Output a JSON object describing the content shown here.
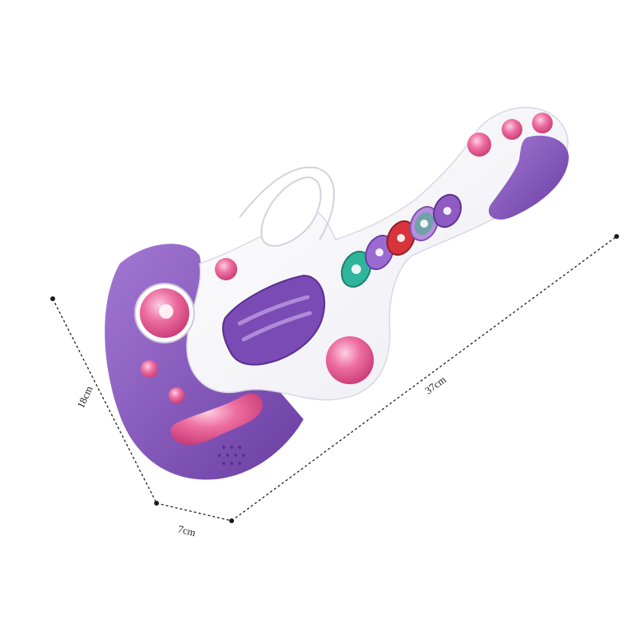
{
  "dimensions": {
    "length_label": "37cm",
    "height_label": "18cm",
    "depth_label": "7cm"
  },
  "colors": {
    "background": "#ffffff",
    "body_white": "#fbfbfd",
    "purple": "#8e5bc2",
    "purple_dark": "#6b3ea3",
    "pink": "#e9568f",
    "pink_light": "#f6a4c4",
    "dimension_line": "#1a1a1a"
  },
  "buttons": [
    {
      "name": "teal-button",
      "color": "#2fb59b"
    },
    {
      "name": "violet-button",
      "color": "#9b6ad1"
    },
    {
      "name": "red-button",
      "color": "#d8343c"
    },
    {
      "name": "lilac-button",
      "color": "#b98ee0"
    },
    {
      "name": "green-button",
      "color": "#37b27a"
    },
    {
      "name": "purple-button",
      "color": "#8e5bc2"
    }
  ]
}
